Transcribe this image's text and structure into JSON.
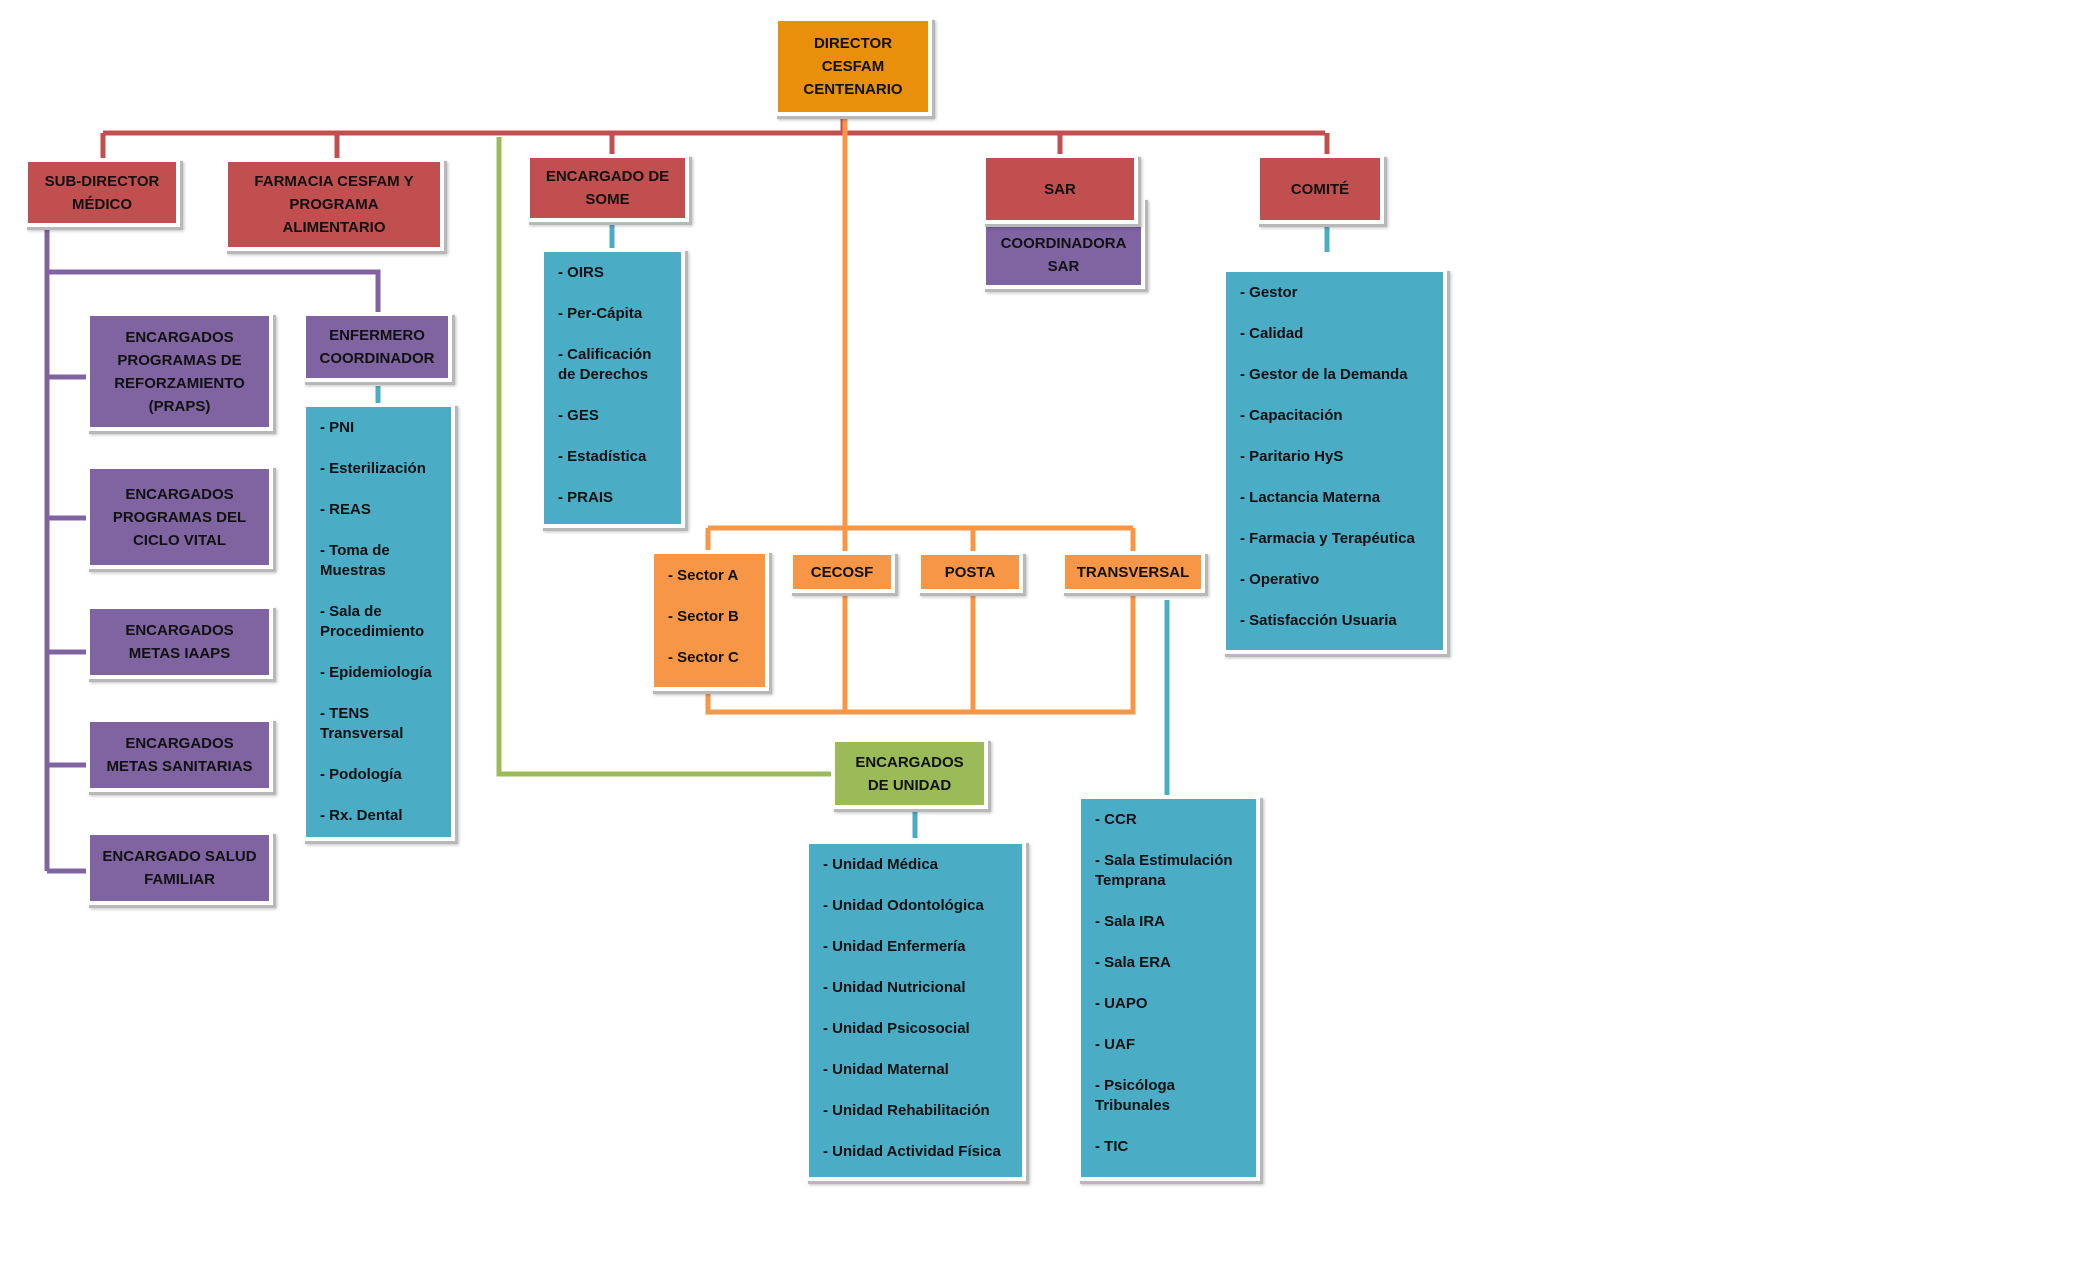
{
  "director": "DIRECTOR CESFAM CENTENARIO",
  "sub_director": "SUB-DIRECTOR MÉDICO",
  "farmacia": "FARMACIA CESFAM Y PROGRAMA ALIMENTARIO",
  "some": {
    "title": "ENCARGADO DE SOME",
    "items": [
      "- OIRS",
      "- Per-Cápita",
      "- Calificación de Derechos",
      "- GES",
      "- Estadística",
      "- PRAIS"
    ]
  },
  "sar": "SAR",
  "coordinadora_sar": "COORDINADORA SAR",
  "comite": {
    "title": "COMITÉ",
    "items": [
      "- Gestor",
      "- Calidad",
      "- Gestor de la Demanda",
      "- Capacitación",
      "- Paritario HyS",
      "- Lactancia Materna",
      "- Farmacia y Terapéutica",
      "- Operativo",
      "- Satisfacción Usuaria"
    ]
  },
  "praps": "ENCARGADOS PROGRAMAS DE REFORZAMIENTO (PRAPS)",
  "ciclo_vital": "ENCARGADOS PROGRAMAS DEL CICLO VITAL",
  "metas_iaaps": "ENCARGADOS METAS IAAPS",
  "metas_sanitarias": "ENCARGADOS METAS SANITARIAS",
  "salud_familiar": "ENCARGADO SALUD FAMILIAR",
  "enfermero": {
    "title": "ENFERMERO COORDINADOR",
    "items": [
      "- PNI",
      "- Esterilización",
      "- REAS",
      "- Toma de Muestras",
      "- Sala de Procedimiento",
      "- Epidemiología",
      "- TENS Transversal",
      "- Podología",
      "- Rx. Dental"
    ]
  },
  "sectors": [
    "- Sector A",
    "- Sector B",
    "- Sector C"
  ],
  "cecosf": "CECOSF",
  "posta": "POSTA",
  "transversal": {
    "title": "TRANSVERSAL",
    "items": [
      "- CCR",
      "- Sala Estimulación Temprana",
      "- Sala IRA",
      "- Sala ERA",
      "- UAPO",
      "- UAF",
      "- Psicóloga Tribunales",
      "- TIC"
    ]
  },
  "unidad": {
    "title": "ENCARGADOS DE UNIDAD",
    "items": [
      "- Unidad Médica",
      "- Unidad Odontológica",
      " - Unidad Enfermería",
      "- Unidad Nutricional",
      "- Unidad Psicosocial",
      "- Unidad Maternal",
      "- Unidad Rehabilitación",
      "- Unidad Actividad Física"
    ]
  },
  "colors": {
    "red": "#c24f4f",
    "director_orange": "#e8900c",
    "light_orange": "#f79646",
    "purple": "#8064a2",
    "teal": "#4bacc6",
    "green": "#9bbb59"
  }
}
